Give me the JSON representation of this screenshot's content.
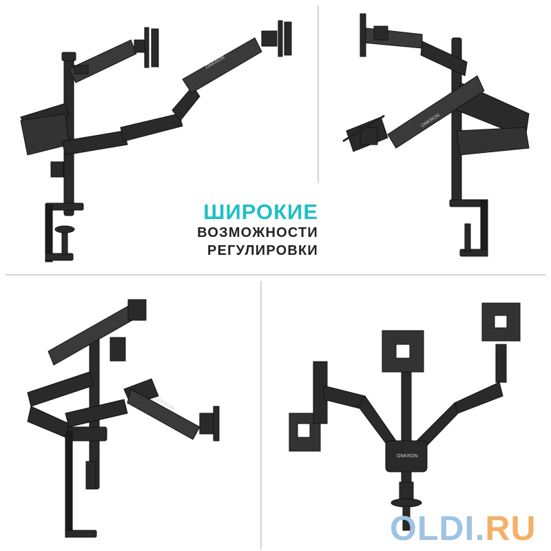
{
  "headline": {
    "line1": "ШИРОКИЕ",
    "line2": "ВОЗМОЖНОСТИ",
    "line3": "РЕГУЛИРОВКИ",
    "accent_color": "#1fbfc4"
  },
  "brand_mark": "ONKRON",
  "watermark": {
    "part1": "OLDI",
    "dot": ".",
    "part2": "RU",
    "color1": "#9ec3e3",
    "color2": "#f4b066"
  },
  "panels": [
    "triple monitor arm, side view",
    "triple monitor arm, folded view",
    "triple monitor arm, three-quarter view",
    "triple monitor arm, front view"
  ]
}
